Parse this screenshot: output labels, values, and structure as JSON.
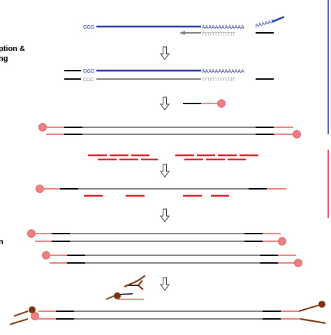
{
  "labels": {
    "rt_line1": "ption &",
    "rt_line2": "ng",
    "step_cut": "n"
  },
  "sequences": {
    "g_run": "GGG",
    "c_run": "CCC",
    "poly_a": "AAAAAAAAAAAAA",
    "poly_a_tail": "AAAAAA",
    "poly_t": "TTTTTTTTTTTTT"
  },
  "colors": {
    "rna": "#1a2fa0",
    "cdna": "#7f7f7f",
    "adapter": "#000000",
    "primer": "#f07a7a",
    "probe": "#d81e1e",
    "bead": "#f08080",
    "bead_outline": "#c85050",
    "capture": "#7a3510",
    "arrow": "#333333"
  },
  "icons": [
    "down-arrow-icon",
    "bead-icon",
    "capture-bead-icon",
    "y-adapter-icon"
  ]
}
